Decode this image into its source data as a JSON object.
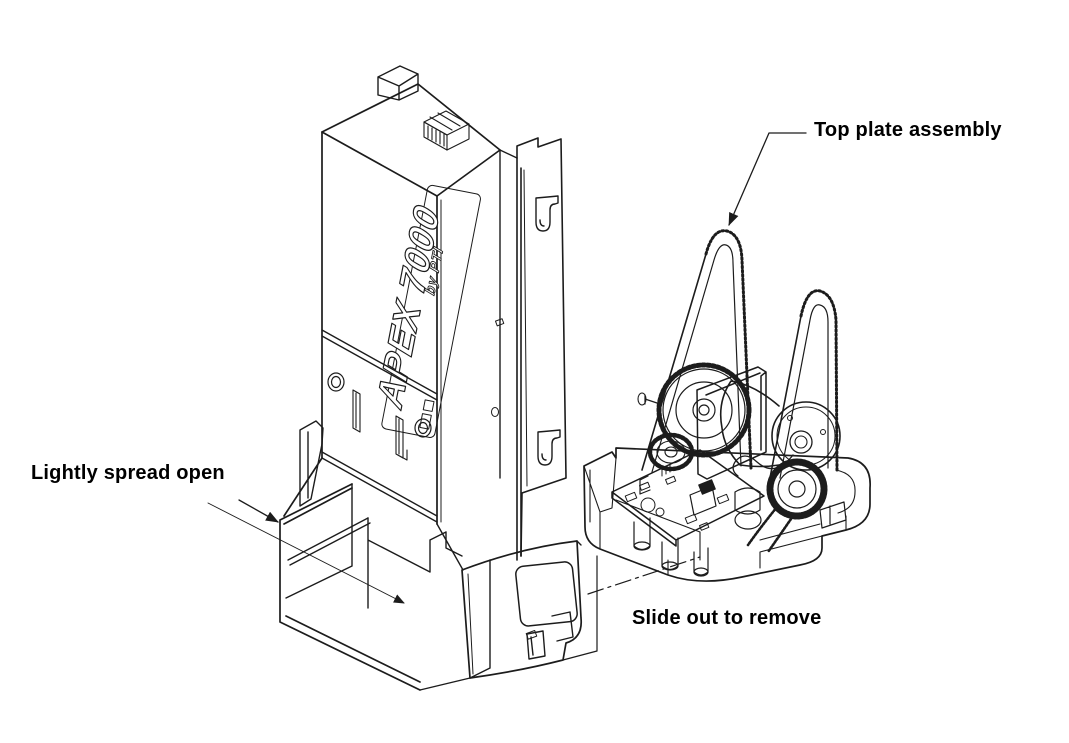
{
  "diagram": {
    "labels": {
      "top_plate_assembly": "Top plate assembly",
      "lightly_spread_open": "Lightly spread open",
      "slide_out_to_remove": "Slide out to remove"
    },
    "device_markings": {
      "model": "APEX 7000",
      "byline": "by PTI"
    },
    "colors": {
      "line": "#1c1c1c",
      "background": "#ffffff",
      "label_text": "#000000"
    }
  }
}
